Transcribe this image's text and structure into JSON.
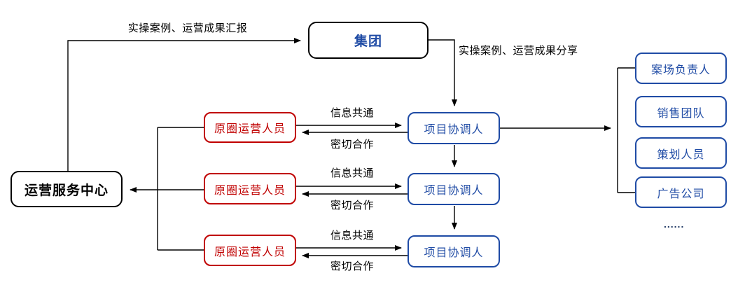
{
  "diagram": {
    "nodes": {
      "group": "集团",
      "ops_center": "运营服务中心",
      "origin_operators": [
        "原圈运营人员",
        "原圈运营人员",
        "原圈运营人员"
      ],
      "coordinators": [
        "项目协调人",
        "项目协调人",
        "项目协调人"
      ],
      "site_roles": [
        "案场负责人",
        "销售团队",
        "策划人员",
        "广告公司"
      ],
      "ellipsis": "......"
    },
    "edge_labels": {
      "report_to_group": "实操案例、运营成果汇报",
      "share_from_group": "实操案例、运营成果分享",
      "info_sharing": "信息共通",
      "close_cooperation": "密切合作"
    },
    "colors": {
      "node_black": "#000000",
      "node_red": "#c00000",
      "node_blue": "#1f4ba5",
      "ellipsis_navy": "#1f3864"
    }
  }
}
